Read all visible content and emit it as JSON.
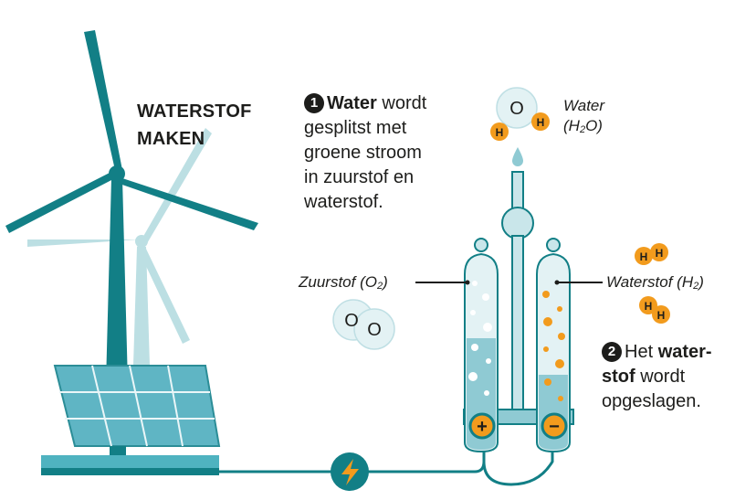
{
  "title": {
    "line1": "WATERSTOF",
    "line2": "MAKEN"
  },
  "step1": {
    "number": "1",
    "bold": "Water",
    "rest1": " wordt",
    "line2": "gesplitst met",
    "line3": "groene stroom",
    "line4": "in zuurstof en",
    "line5": "waterstof."
  },
  "step2": {
    "number": "2",
    "pre": "Het ",
    "bold1": "water-",
    "bold2": "stof",
    "rest2": " wordt",
    "line3": "opgeslagen."
  },
  "labels": {
    "water": "Water",
    "water_formula_open": "(H",
    "water_formula_sub": "2",
    "water_formula_close": "O)",
    "zuurstof": "Zuurstof (O",
    "zuurstof_sub": "2",
    "zuurstof_close": ")",
    "waterstof": "Waterstof (H",
    "waterstof_sub": "2",
    "waterstof_close": ")"
  },
  "atoms": {
    "oxygen": "O",
    "hydrogen": "H"
  },
  "electrodes": {
    "plus": "+",
    "minus": "−"
  },
  "colors": {
    "teal_dark": "#127f86",
    "teal_light": "#c9e6ea",
    "teal_mid": "#8fcad3",
    "hydrogen_orange": "#f29b1d",
    "text": "#1d1d1b"
  }
}
